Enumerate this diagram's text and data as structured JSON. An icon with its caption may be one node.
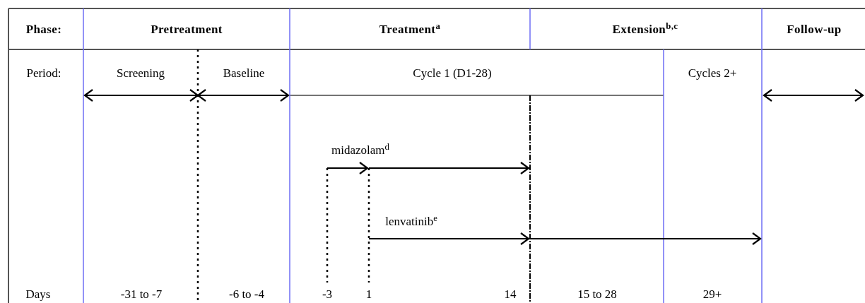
{
  "diagram": {
    "labels": [
      "Phase:",
      "Pretreatment",
      "Treatment$^{a}$",
      "Extension$^{b,c}$",
      "Follow-up",
      "Period:",
      "Screening",
      "Baseline",
      "Cycle 1 (D1-28)",
      "Cycles 2+",
      "midazolam$^{d}$",
      "lenvatinib$^{e}$",
      "Days",
      "-31 to -7",
      "-6 to -4",
      "-3",
      "1",
      "14",
      "15 to 28",
      "29+"
    ]
  }
}
